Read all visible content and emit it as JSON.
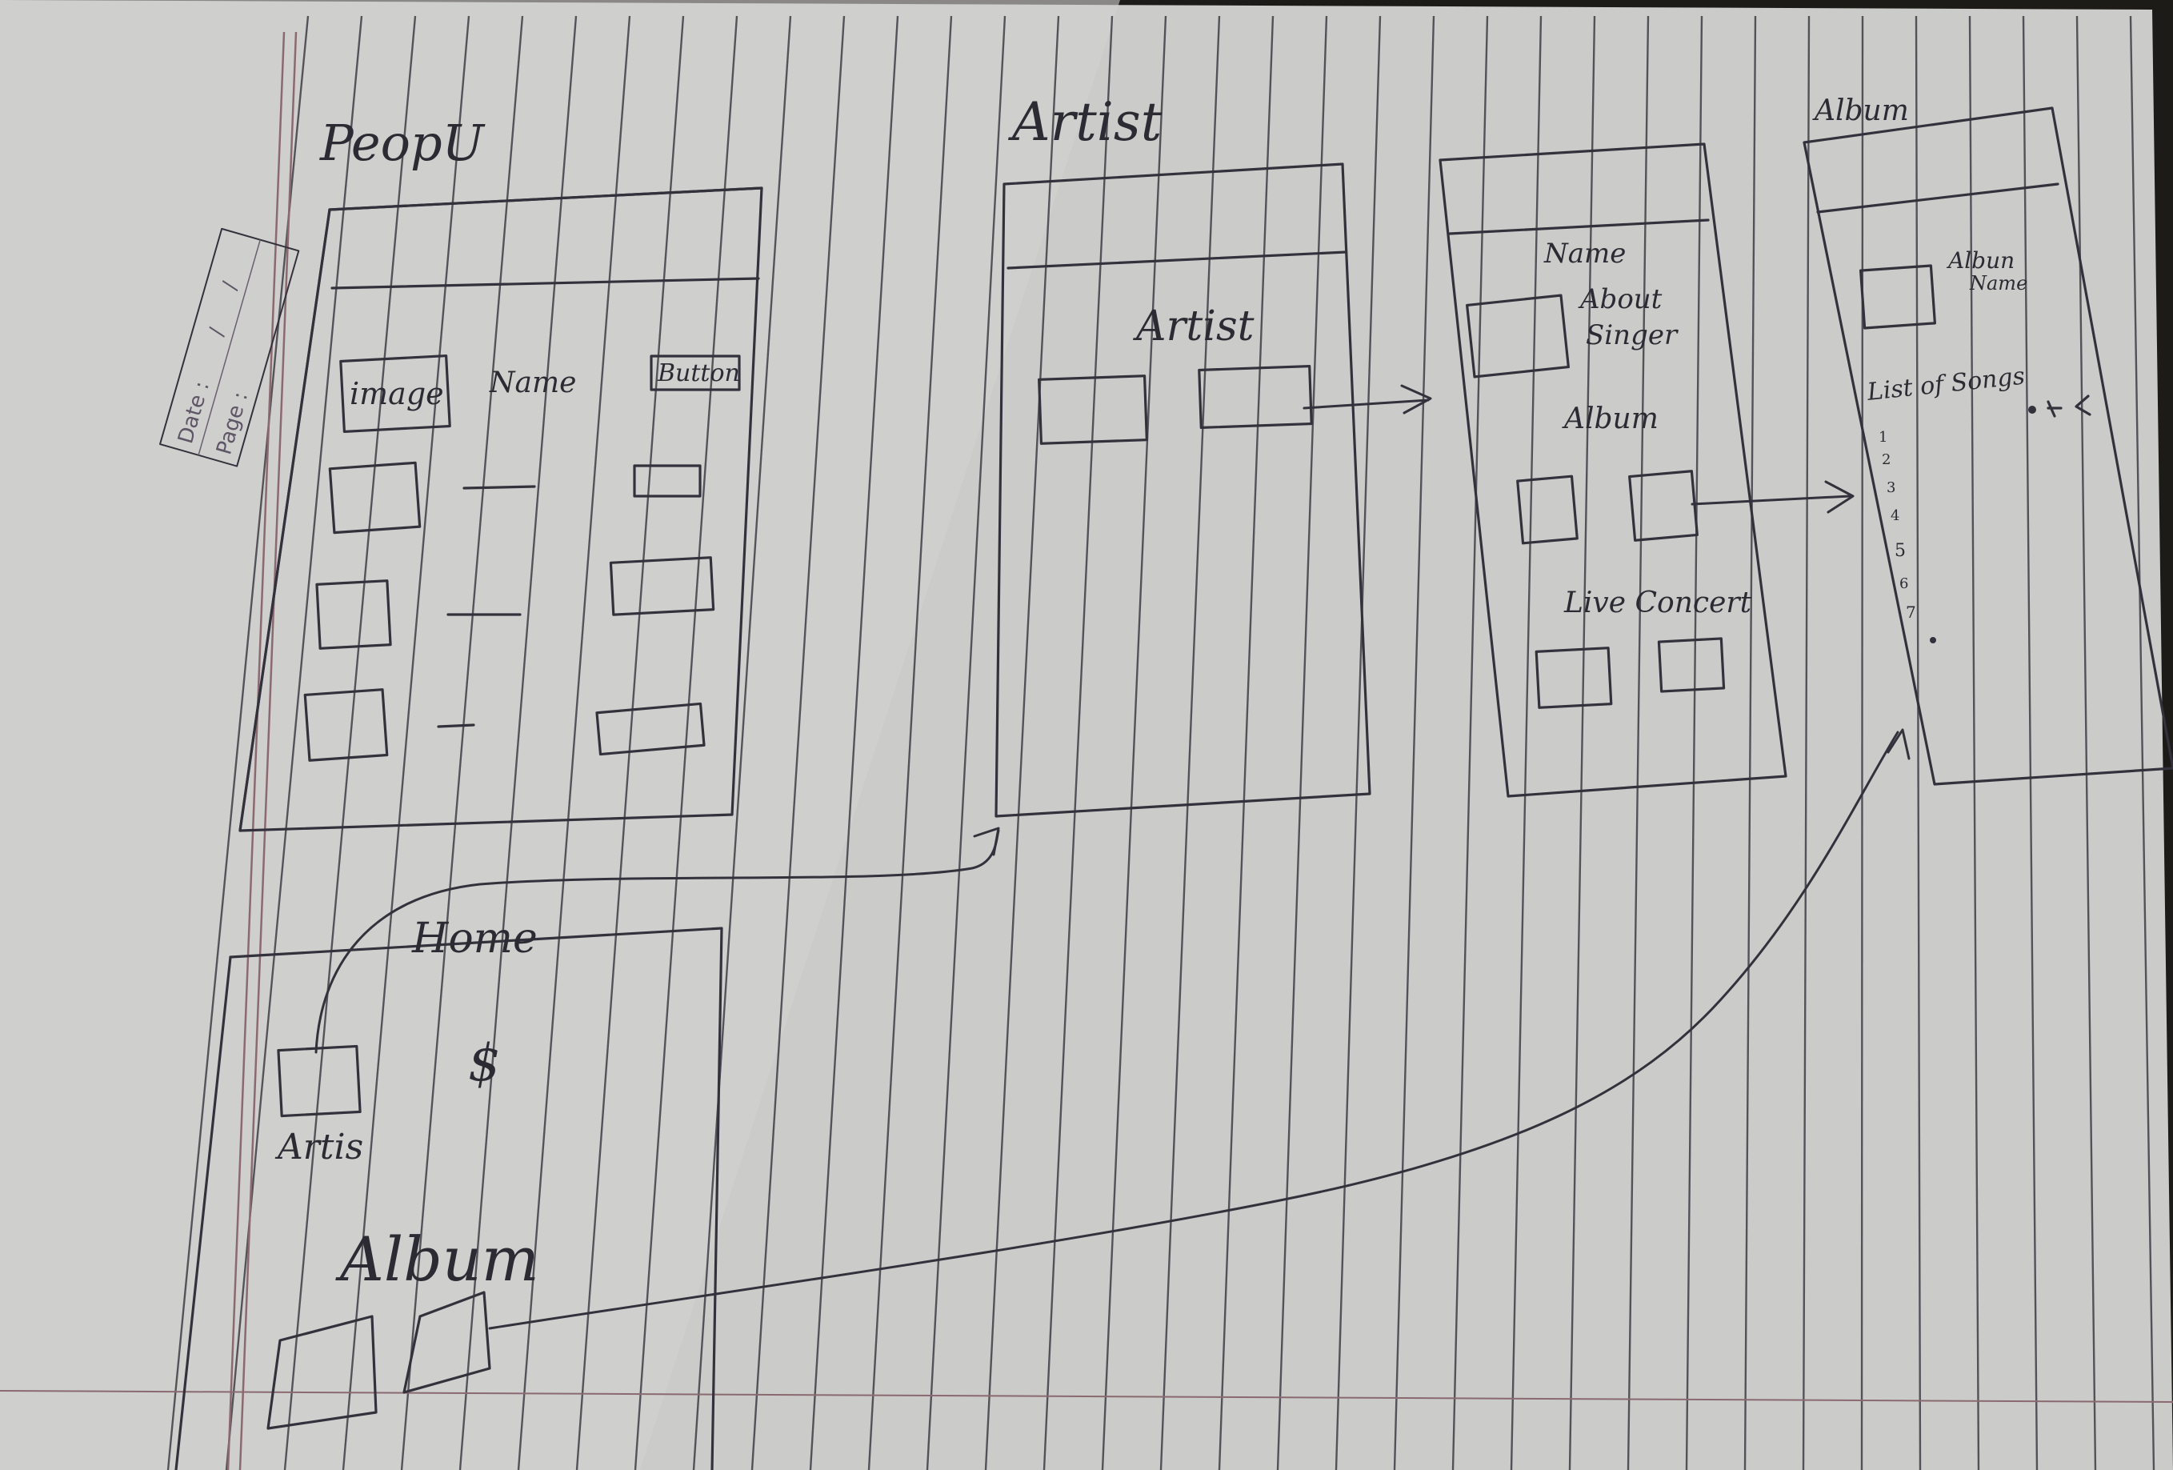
{
  "notebook": {
    "stamp_lines": [
      "Date :",
      "/",
      "/",
      "Page :"
    ]
  },
  "wireframes": {
    "people": {
      "title": "PeopU",
      "header_labels": {
        "image": "image",
        "name": "Name",
        "button": "Button"
      },
      "rows": 3
    },
    "home": {
      "title": "Home",
      "artist_label": "Artis",
      "symbol": "$",
      "album_label": "Album"
    },
    "artist": {
      "title": "Artist",
      "inner_label": "Artist"
    },
    "artist_detail": {
      "name_label": "Name",
      "about_label_line1": "About",
      "about_label_line2": "Singer",
      "album_label": "Album",
      "live_label": "Live Concert"
    },
    "album": {
      "title": "Album",
      "album_name_line1": "Albun",
      "album_name_line2": "Name",
      "list_label": "List of Songs",
      "numbers": [
        "1",
        "2",
        "3",
        "4",
        "5",
        "6",
        "7"
      ]
    }
  }
}
